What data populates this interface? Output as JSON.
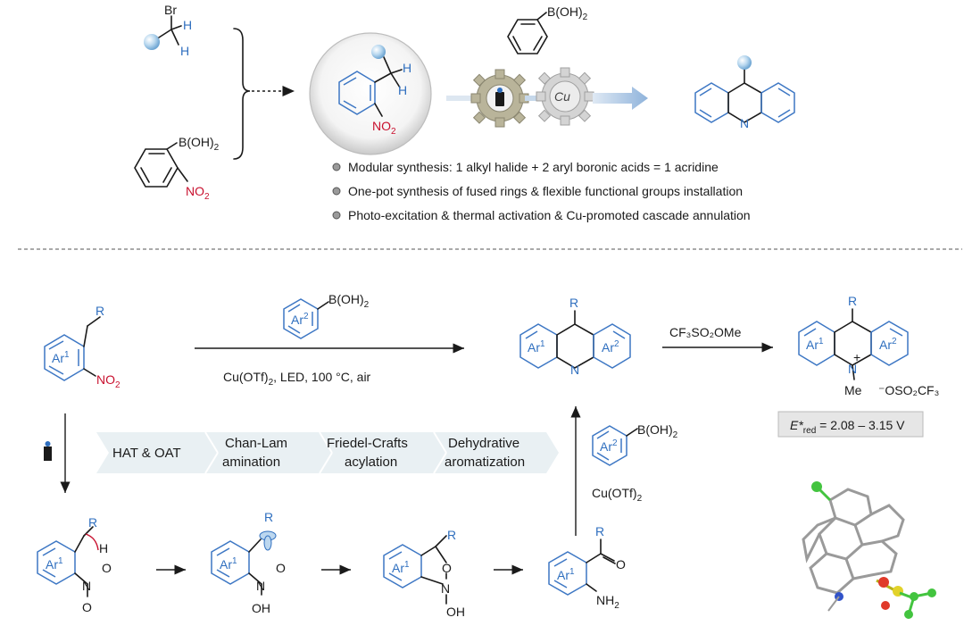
{
  "top": {
    "reagent_br": "Br",
    "reagent_h1": "H",
    "reagent_h2": "H",
    "boronic1": "B(OH)",
    "boronic1_sub": "2",
    "no2_left": "NO",
    "no2_sub": "2",
    "center_h1": "H",
    "center_h2": "H",
    "center_no2": "NO",
    "center_no2_sub": "2",
    "top_boronic": "B(OH)",
    "top_boronic_sub": "2",
    "cu_label": "Cu",
    "acridine_n": "N",
    "bullets": [
      "Modular synthesis:  1 alkyl halide + 2 aryl boronic acids = 1 acridine",
      "One-pot synthesis of fused rings & flexible functional groups installation",
      "Photo-excitation & thermal activation & Cu-promoted cascade annulation"
    ]
  },
  "bottom": {
    "sm_r": "R",
    "sm_ar": "Ar",
    "sm_ar_sup": "1",
    "sm_no2": "NO",
    "sm_no2_sub": "2",
    "reag_ar": "Ar",
    "reag_ar_sup": "2",
    "reag_boron": "B(OH)",
    "reag_boron_sub": "2",
    "conditions": "Cu(OTf)",
    "conditions_sub": "2",
    "conditions_rest": ",  LED, 100 °C, air",
    "prod_r": "R",
    "prod_ar1": "Ar",
    "prod_ar1_sup": "1",
    "prod_ar2": "Ar",
    "prod_ar2_sup": "2",
    "prod_n": "N",
    "methylation": "CF₃SO₂OMe",
    "salt_r": "R",
    "salt_ar1": "Ar",
    "salt_ar1_sup": "1",
    "salt_ar2": "Ar",
    "salt_ar2_sup": "2",
    "salt_n": "N",
    "salt_plus": "+",
    "salt_me": "Me",
    "salt_anion": "⁻OSO₂CF₃",
    "ered_label": "E*",
    "ered_sub": "red",
    "ered_value": " = 2.08 – 3.15 V",
    "steps": [
      {
        "l1": "HAT & OAT",
        "l2": ""
      },
      {
        "l1": "Chan-Lam",
        "l2": "amination"
      },
      {
        "l1": "Friedel-Crafts",
        "l2": "acylation"
      },
      {
        "l1": "Dehydrative",
        "l2": "aromatization"
      }
    ],
    "up_reag_ar": "Ar",
    "up_reag_ar_sup": "2",
    "up_reag_boron": "B(OH)",
    "up_reag_boron_sub": "2",
    "up_cond": "Cu(OTf)",
    "up_cond_sub": "2",
    "int1_r": "R",
    "int1_ar": "Ar",
    "int1_ar_sup": "1",
    "int1_h": "H",
    "int1_o": "O",
    "int1_n": "N",
    "int1_o2": "O",
    "int2_r": "R",
    "int2_ar": "Ar",
    "int2_ar_sup": "1",
    "int2_o": "O",
    "int2_n": "N",
    "int2_oh": "OH",
    "int3_r": "R",
    "int3_ar": "Ar",
    "int3_ar_sup": "1",
    "int3_o": "O",
    "int3_n": "N",
    "int3_oh": "OH",
    "int4_r": "R",
    "int4_ar": "Ar",
    "int4_ar_sup": "1",
    "int4_o": "O",
    "int4_nh2": "NH",
    "int4_nh2_sub": "2"
  },
  "colors": {
    "aromatic_blue": "#3d77c4",
    "nitro_red": "#c8102e",
    "step_fill": "#e9f0f3",
    "ered_box": "#e6e6e6"
  },
  "icons": [
    "gear-icon",
    "cu-gear-icon",
    "led-icon",
    "sphere-icon",
    "crystal-structure-icon"
  ]
}
